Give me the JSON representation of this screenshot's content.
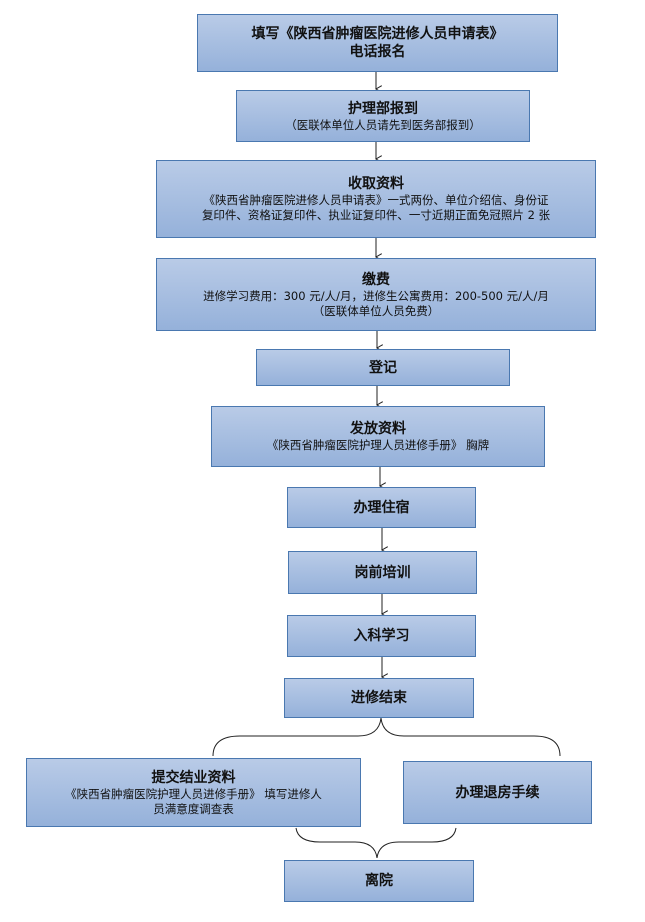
{
  "steps": {
    "apply": {
      "line1": "填写《陕西省肿瘤医院进修人员申请表》",
      "line2": "电话报名"
    },
    "report": {
      "title": "护理部报到",
      "note": "（医联体单位人员请先到医务部报到）"
    },
    "collect": {
      "title": "收取资料",
      "line1": "《陕西省肿瘤医院进修人员申请表》一式两份、单位介绍信、身份证",
      "line2": "复印件、资格证复印件、执业证复印件、一寸近期正面免冠照片 2 张"
    },
    "fee": {
      "title": "缴费",
      "line1": "进修学习费用：300 元/人/月，进修生公寓费用：200-500 元/人/月",
      "line2": "（医联体单位人员免费）"
    },
    "register": {
      "title": "登记"
    },
    "materials": {
      "title": "发放资料",
      "line1": "《陕西省肿瘤医院护理人员进修手册》 胸牌"
    },
    "lodging": {
      "title": "办理住宿"
    },
    "pretraining": {
      "title": "岗前培训"
    },
    "department": {
      "title": "入科学习"
    },
    "end": {
      "title": "进修结束"
    },
    "submit": {
      "title": "提交结业资料",
      "line1": "《陕西省肿瘤医院护理人员进修手册》 填写进修人",
      "line2": "员满意度调查表"
    },
    "checkout": {
      "title": "办理退房手续"
    },
    "leave": {
      "title": "离院"
    }
  }
}
